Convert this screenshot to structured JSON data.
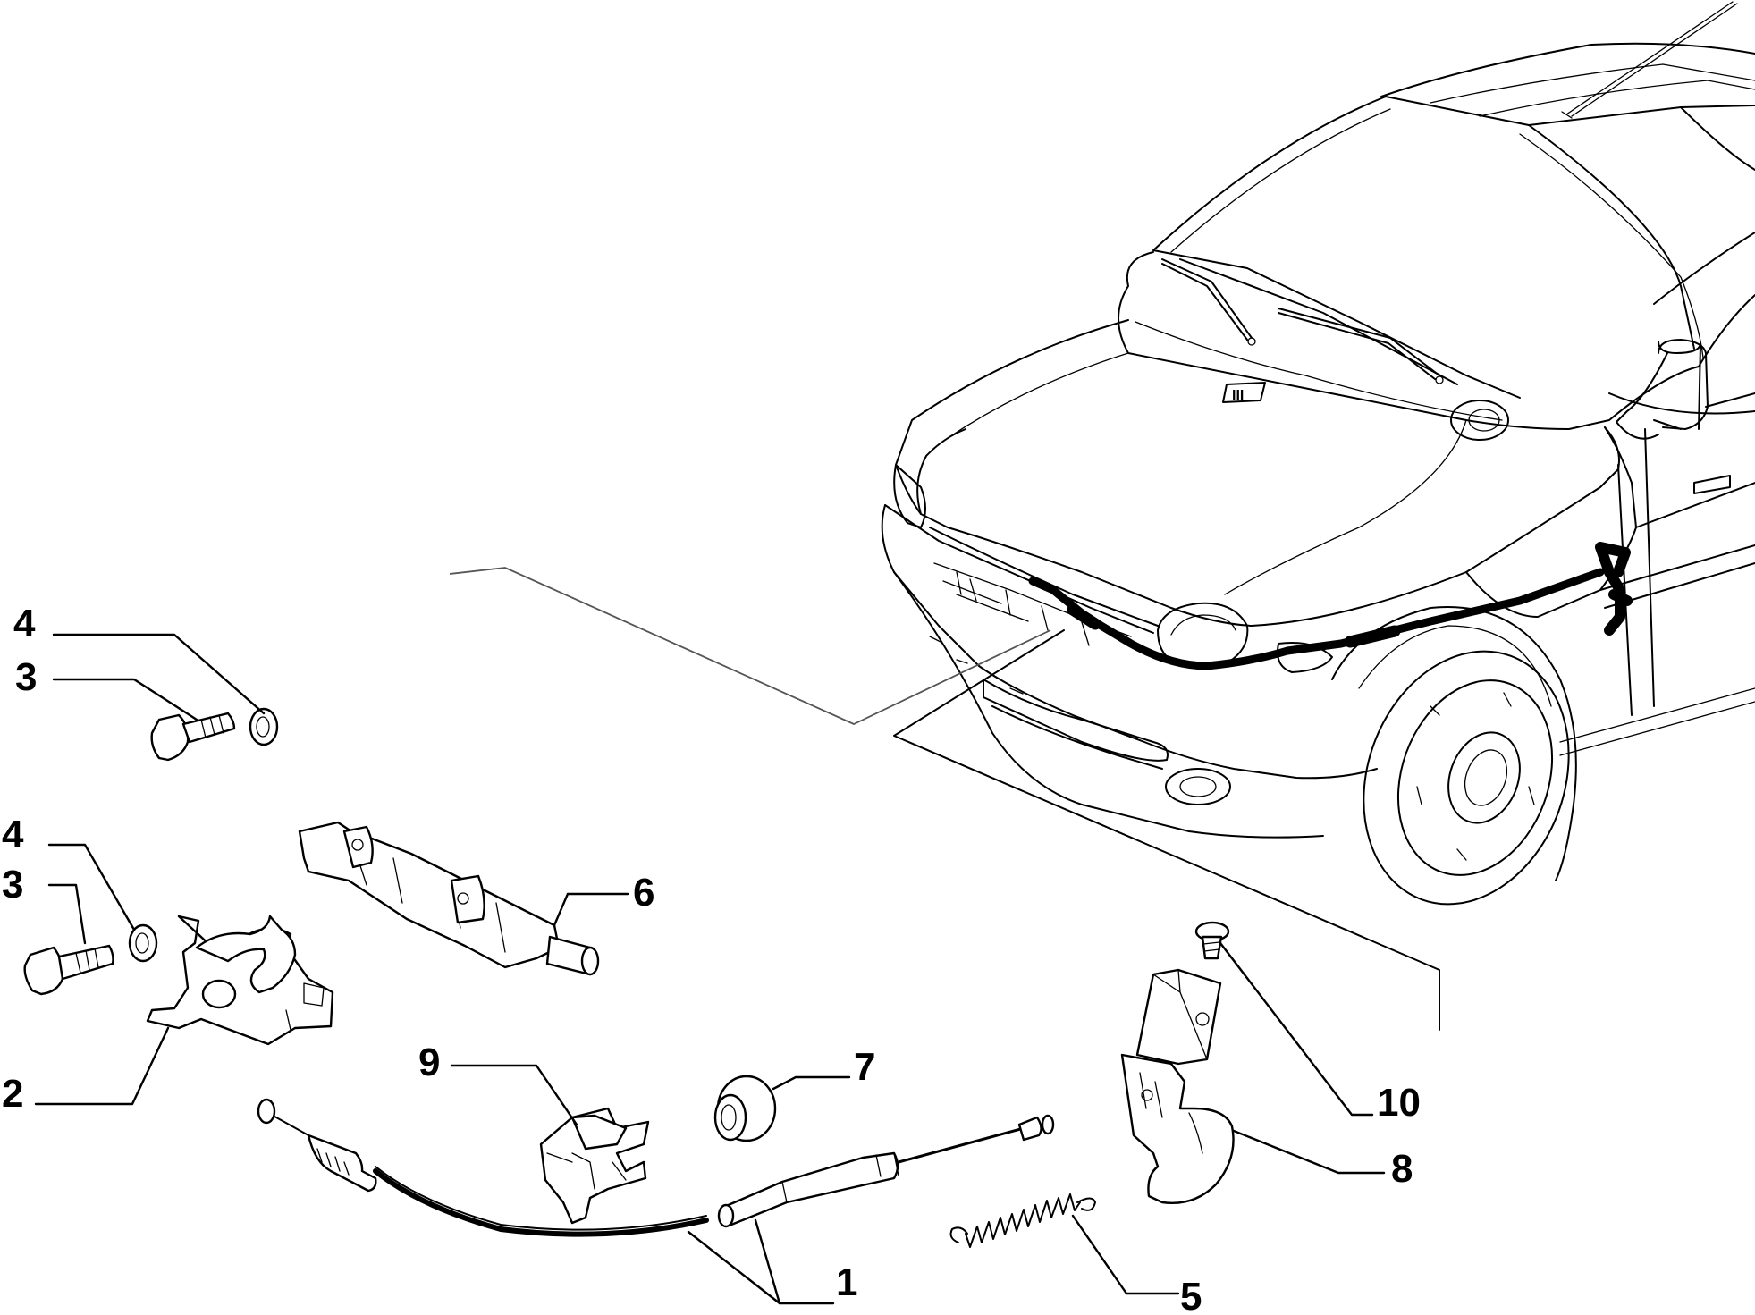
{
  "diagram": {
    "callouts": [
      {
        "id": "c1",
        "label": "1"
      },
      {
        "id": "c2",
        "label": "2"
      },
      {
        "id": "c3a",
        "label": "3"
      },
      {
        "id": "c3b",
        "label": "3"
      },
      {
        "id": "c4a",
        "label": "4"
      },
      {
        "id": "c4b",
        "label": "4"
      },
      {
        "id": "c5",
        "label": "5"
      },
      {
        "id": "c6",
        "label": "6"
      },
      {
        "id": "c7",
        "label": "7"
      },
      {
        "id": "c8",
        "label": "8"
      },
      {
        "id": "c9",
        "label": "9"
      },
      {
        "id": "c10",
        "label": "10"
      }
    ],
    "logo_text": "III"
  }
}
